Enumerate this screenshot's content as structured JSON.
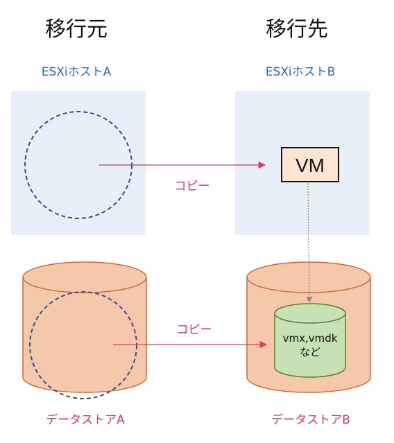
{
  "source": {
    "title": "移行元",
    "host_label": "ESXiホストA",
    "datastore_label": "データストアA"
  },
  "destination": {
    "title": "移行先",
    "host_label": "ESXiホストB",
    "datastore_label": "データストアB",
    "vm_label": "VM",
    "files_line1": "vmx,vmdk",
    "files_line2": "など"
  },
  "arrows": {
    "host_copy_label": "コピー",
    "datastore_copy_label": "コピー"
  },
  "colors": {
    "host_box": "#e8eff9",
    "datastore_fill": "#f6c8ab",
    "datastore_stroke": "#d06a36",
    "vm_fill": "#fde4d3",
    "files_fill": "#c7e0b4",
    "files_stroke": "#548235",
    "dashed_circle": "#2f4f8f",
    "copy_arrow": "#e03a5e",
    "host_text": "#1f6fb5",
    "datastore_text": "#e03a5e"
  }
}
